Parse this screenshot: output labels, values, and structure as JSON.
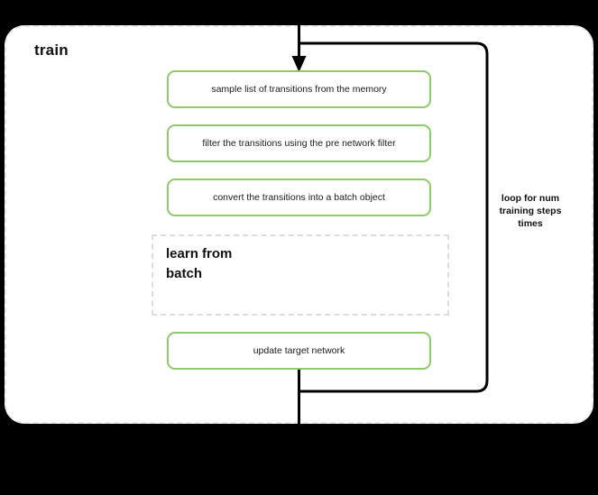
{
  "diagram": {
    "title": "train",
    "loop_label": "loop for num\ntraining steps\ntimes",
    "loop_label_lines": [
      "loop for num",
      "training steps",
      "times"
    ],
    "accent_green": "#8ec96a",
    "dashed_gray": "#dcdcdc",
    "line_black": "#000000",
    "canvas_bg": "#000000",
    "panel_bg": "#ffffff"
  },
  "steps": [
    {
      "label": "sample list of transitions from the memory",
      "style": "green"
    },
    {
      "label": "filter the transitions using the pre network filter",
      "style": "green"
    },
    {
      "label": "convert the transitions into a batch object",
      "style": "green"
    },
    {
      "label": "update target network",
      "style": "green"
    }
  ],
  "subgraph": {
    "label": "learn from batch",
    "label_line1": "learn from",
    "label_line2": "batch",
    "style": "dashed"
  },
  "edges": [
    {
      "name": "entry-arrow",
      "from": "top",
      "to": "sample list of transitions from the memory",
      "arrowhead": true
    },
    {
      "name": "loop-back-edge",
      "from": "update target network",
      "to": "sample list of transitions from the memory",
      "label": "loop for num training steps times"
    },
    {
      "name": "exit-edge",
      "from": "update target network",
      "to": "bottom",
      "arrowhead": false
    }
  ]
}
